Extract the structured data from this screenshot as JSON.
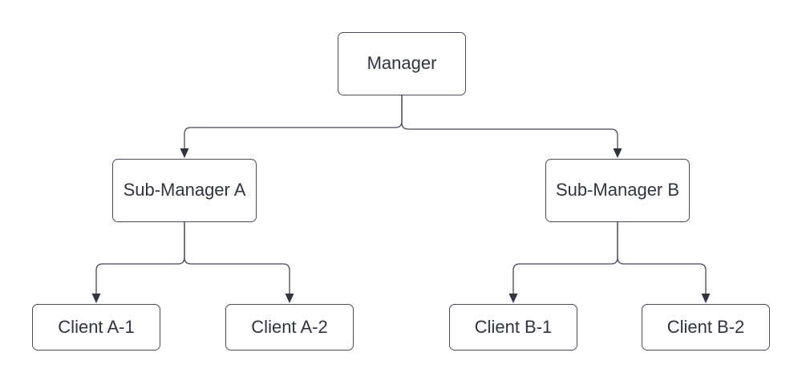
{
  "diagram": {
    "type": "org-chart-tree",
    "background_color": "#ffffff",
    "node_fill_color": "#ffffff",
    "node_border_color": "#454d5b",
    "connector_color": "#434b59",
    "arrowhead_color": "#2e3440",
    "text_color": "#2e3440",
    "nodes": {
      "manager": {
        "label": "Manager"
      },
      "sub_a": {
        "label": "Sub-Manager A"
      },
      "sub_b": {
        "label": "Sub-Manager B"
      },
      "client_a1": {
        "label": "Client A-1"
      },
      "client_a2": {
        "label": "Client A-2"
      },
      "client_b1": {
        "label": "Client B-1"
      },
      "client_b2": {
        "label": "Client B-2"
      }
    },
    "edges": [
      {
        "from": "Manager",
        "to": "Sub-Manager A"
      },
      {
        "from": "Manager",
        "to": "Sub-Manager B"
      },
      {
        "from": "Sub-Manager A",
        "to": "Client A-1"
      },
      {
        "from": "Sub-Manager A",
        "to": "Client A-2"
      },
      {
        "from": "Sub-Manager B",
        "to": "Client B-1"
      },
      {
        "from": "Sub-Manager B",
        "to": "Client B-2"
      }
    ]
  }
}
